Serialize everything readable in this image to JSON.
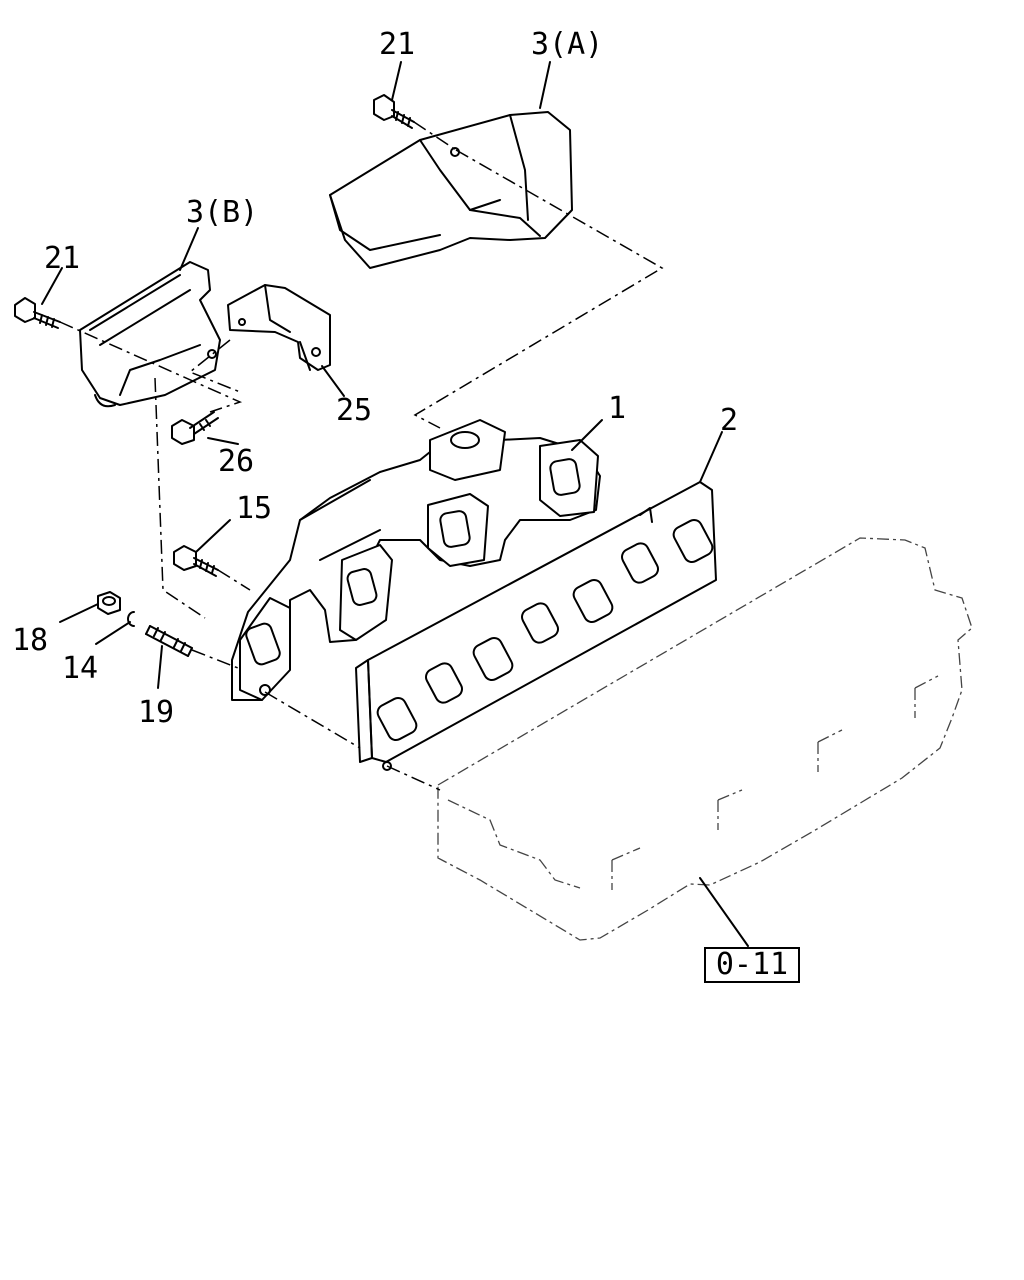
{
  "callouts": {
    "part_1": "1",
    "part_2": "2",
    "part_3a": "3(A)",
    "part_3b": "3(B)",
    "part_14": "14",
    "part_15": "15",
    "part_18": "18",
    "part_19": "19",
    "part_21_top": "21",
    "part_21_left": "21",
    "part_25": "25",
    "part_26": "26"
  },
  "reference": {
    "label": "0-11"
  }
}
